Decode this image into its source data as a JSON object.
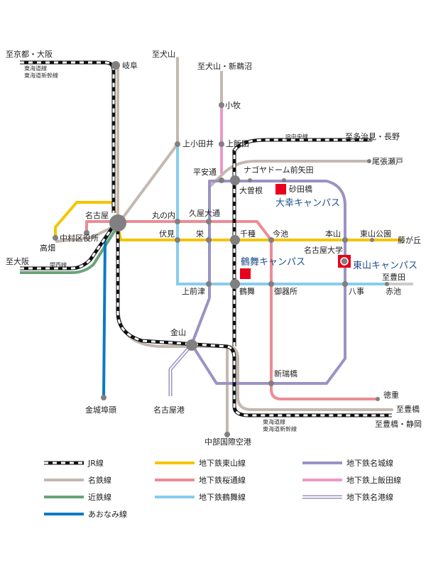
{
  "colors": {
    "higashiyama": "#f5c400",
    "sakuradori": "#ec8c94",
    "tsurumai": "#88ccee",
    "meijo": "#9a93c4",
    "kamiiida": "#ec99c4",
    "meiko": "#9a93c4",
    "meitetsu": "#c4b8b0",
    "kintetsu": "#6aa37a",
    "aonami": "#0a7ac4",
    "jr": "#111111",
    "station": "#808080",
    "campus": "#e8001c"
  },
  "destinations": {
    "kyoto_osaka": "至京都・大阪",
    "tokaido": "東海道線",
    "tokaido_shinkansen": "東海道新幹線",
    "inuyama": "至犬山",
    "inuyama_shinunuma": "至犬山・新鵜沼",
    "tajimi_nagano": "至多治見・長野",
    "jr_chuo": "JR中央線",
    "osaka": "至大阪",
    "kansai": "関西線",
    "toyota": "至豊田",
    "toyohashi": "至豊橋",
    "toyohashi_shizuoka": "至豊橋・静岡",
    "tokaido_bottom": "東海道線",
    "tokaido_shinkansen_bottom": "東海道新幹線"
  },
  "stations": {
    "gifu": "岐阜",
    "komaki": "小牧",
    "kamiotai": "上小田井",
    "kamiiida": "上飯田",
    "heiando": "平安通",
    "nagoya_dome": "ナゴヤドーム前矢田",
    "owari_seto": "尾張瀬戸",
    "ozone": "大曽根",
    "sunadabashi": "砂田橋",
    "nagoya": "名古屋",
    "marunouchi": "丸の内",
    "hisaya_odori": "久屋大通",
    "takabata": "高畑",
    "nakamura_kuyakusho": "中村区役所",
    "fushimi": "伏見",
    "sakae": "栄",
    "chikusa": "千種",
    "imaike": "今池",
    "motoyama": "本山",
    "higashiyama_koen": "東山公園",
    "fujigaoka": "藤が丘",
    "nagoya_daigaku": "名古屋大学",
    "kamimaezu": "上前津",
    "tsurumai": "鶴舞",
    "gokiso": "御器所",
    "yagoto": "八事",
    "akaike": "赤池",
    "kanayama": "金山",
    "kinjofuto": "金城埠頭",
    "nagoyako": "名古屋港",
    "aratamabashi": "新瑞橋",
    "tokushige": "徳重",
    "chubu_airport": "中部国際空港"
  },
  "campuses": {
    "daiko": "大幸キャンパス",
    "tsurumai": "鶴舞キャンパス",
    "higashiyama": "東山キャンパス"
  },
  "legend": [
    {
      "label": "JR線",
      "style": "jr"
    },
    {
      "label": "名鉄線",
      "style": "meitetsu"
    },
    {
      "label": "近鉄線",
      "style": "kintetsu"
    },
    {
      "label": "あおなみ線",
      "style": "aonami"
    },
    {
      "label": "地下鉄東山線",
      "style": "higashiyama"
    },
    {
      "label": "地下鉄桜通線",
      "style": "sakuradori"
    },
    {
      "label": "地下鉄鶴舞線",
      "style": "tsurumai"
    },
    {
      "label": "地下鉄名城線",
      "style": "meijo"
    },
    {
      "label": "地下鉄上飯田線",
      "style": "kamiiida"
    },
    {
      "label": "地下鉄名港線",
      "style": "meiko"
    }
  ]
}
